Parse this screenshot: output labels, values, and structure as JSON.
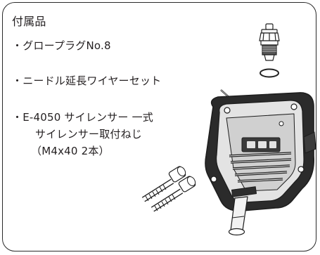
{
  "box_title": "付属品",
  "items": [
    {
      "text": "・グロープラグNo.8"
    },
    {
      "text": "・ニードル延長ワイヤーセット"
    },
    {
      "text": "・E-4050 サイレンサー 一式"
    }
  ],
  "subitems": [
    {
      "text": "サイレンサー取付ねじ"
    },
    {
      "text": "（M4x40 2本）"
    }
  ]
}
